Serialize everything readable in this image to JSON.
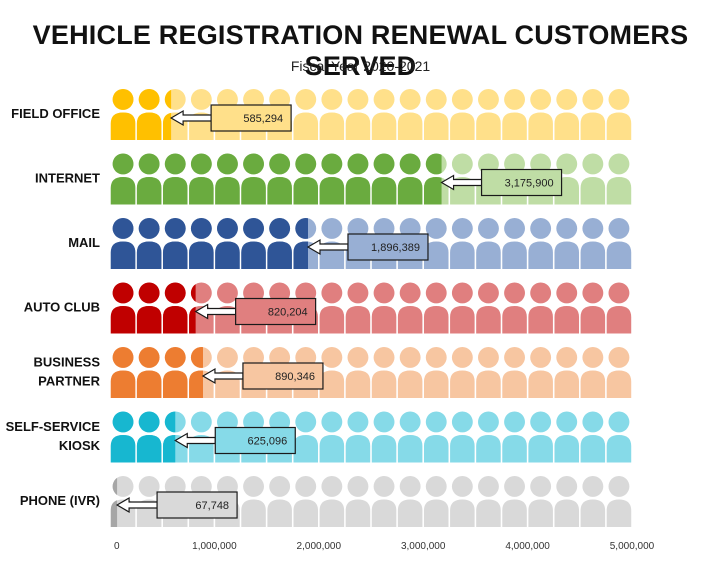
{
  "chart_data": {
    "type": "bar",
    "title": "VEHICLE REGISTRATION RENEWAL CUSTOMERS SERVED",
    "subtitle": "Fiscal Year 2020-2021",
    "xlim": [
      0,
      5000000
    ],
    "x_ticks": [
      0,
      1000000,
      2000000,
      3000000,
      4000000,
      5000000
    ],
    "x_tick_labels": [
      "0",
      "1,000,000",
      "2,000,000",
      "3,000,000",
      "4,000,000",
      "5,000,000"
    ],
    "categories": [
      {
        "label_lines": [
          "Field Office"
        ],
        "value": 585294,
        "value_label": "585,294",
        "color": "#FFC000",
        "light_color": "#FFE08A"
      },
      {
        "label_lines": [
          "Internet"
        ],
        "value": 3175900,
        "value_label": "3,175,900",
        "color": "#6AAB3F",
        "light_color": "#BFDDA5"
      },
      {
        "label_lines": [
          "Mail"
        ],
        "value": 1896389,
        "value_label": "1,896,389",
        "color": "#2F5597",
        "light_color": "#98AFD4"
      },
      {
        "label_lines": [
          "Auto Club"
        ],
        "value": 820204,
        "value_label": "820,204",
        "color": "#C00000",
        "light_color": "#E07F7F"
      },
      {
        "label_lines": [
          "Business",
          "Partner"
        ],
        "value": 890346,
        "value_label": "890,346",
        "color": "#ED7D31",
        "light_color": "#F7C6A1"
      },
      {
        "label_lines": [
          "Self-Service",
          "Kiosk"
        ],
        "value": 625096,
        "value_label": "625,096",
        "color": "#17B7D0",
        "light_color": "#86DAE8"
      },
      {
        "label_lines": [
          "Phone (IVR)"
        ],
        "value": 67748,
        "value_label": "67,748",
        "color": "#A6A6A6",
        "light_color": "#D9D9D9"
      }
    ]
  }
}
